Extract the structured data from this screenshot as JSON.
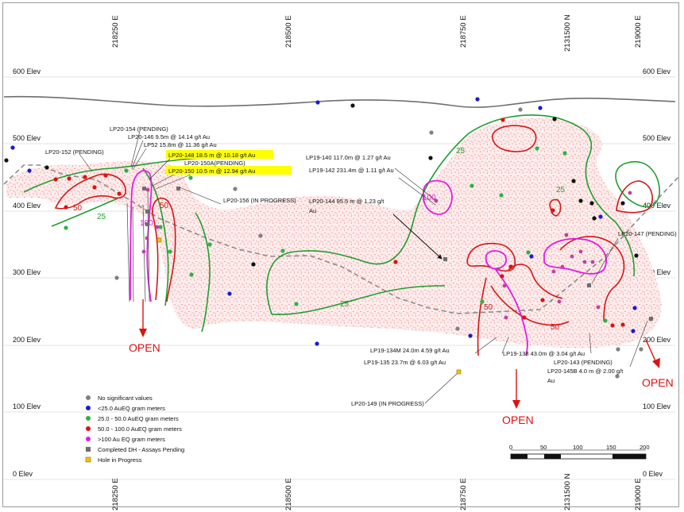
{
  "elevations": [
    "600 Elev",
    "500 Elev",
    "400 Elev",
    "300 Elev",
    "200 Elev",
    "100 Elev",
    "0 Elev"
  ],
  "eastings_top": [
    "218250 E",
    "218500 E",
    "218750 E",
    "2131500 N",
    "219000 E"
  ],
  "eastings_bottom": [
    "218250 E",
    "218500 E",
    "218750 E",
    "2131500 N",
    "219000 E"
  ],
  "drill_labels": {
    "lp20_154": "LP20-154 (PENDING)",
    "lp20_146": "LP20-146 9.5m @ 14.14 g/t Au",
    "lp52": "LP52 15.8m @ 11.36 g/t Au",
    "lp20_152": "LP20-152 (PENDING)",
    "lp20_148": "LP20-148  18.5  m @ 10.18  g/t Au",
    "lp20_150a": "LP20-150A(PENDING)",
    "lp20_150": "LP20-150  10.5  m @ 12.94  g/t Au",
    "lp20_156": "LP20-156 (IN PROGRESS)",
    "lp19_140": "LP19-140 117.0m @ 1.27 g/t Au",
    "lp19_142": "LP19-142 231.4m @ 1.11 g/t Au",
    "lp20_144_a": "LP20-144  95.5 m @ 1.23  g/t",
    "lp20_144_b": "Au",
    "lp20_147": "LP20-147 (PENDING)",
    "lp19_134m": "LP19-134M 24.0m 4.59 g/t Au",
    "lp19_135": "LP19-135 23.7m @ 6.03 g/t Au",
    "lp19_138": "LP19-138 43.0m @ 3.04 g/t Au",
    "lp20_143": "LP20-143 (PENDING)",
    "lp20_145b_a": "LP20-145B  4.0  m @ 2.00  g/t",
    "lp20_145b_b": "Au",
    "lp20_149": "LP20-149 (IN PROGRESS)"
  },
  "open_labels": [
    "OPEN",
    "OPEN",
    "OPEN"
  ],
  "contour_labels": {
    "c25": "25",
    "c50": "50",
    "c100": "100"
  },
  "legend": {
    "items": [
      {
        "label": "No significant values",
        "color": "#808080",
        "shape": "circle"
      },
      {
        "label": "<25.0 AuEQ gram meters",
        "color": "#1a1ad6",
        "shape": "circle"
      },
      {
        "label": "25.0 - 50.0 AuEQ gram meters",
        "color": "#28b448",
        "shape": "circle"
      },
      {
        "label": "50.0 - 100.0 AuEQ gram meters",
        "color": "#e01010",
        "shape": "circle"
      },
      {
        "label": ">100 Au EQ gram meters",
        "color": "#e619e6",
        "shape": "circle"
      },
      {
        "label": "Completed DH - Assays Pending",
        "color": "#6e6e6e",
        "shape": "square"
      },
      {
        "label": "Hole in Progress",
        "color": "#f5c400",
        "shape": "square"
      }
    ]
  },
  "scale_bar": {
    "ticks": [
      "0",
      "50",
      "100",
      "150",
      "200"
    ]
  },
  "colors": {
    "contour_25": "#1f9e2e",
    "contour_50": "#d61414",
    "contour_100": "#e619e6",
    "stipple": "#e04444",
    "topography": "#6e6e6e",
    "open_arrow": "#e01010",
    "highlight": "#ffff00"
  }
}
